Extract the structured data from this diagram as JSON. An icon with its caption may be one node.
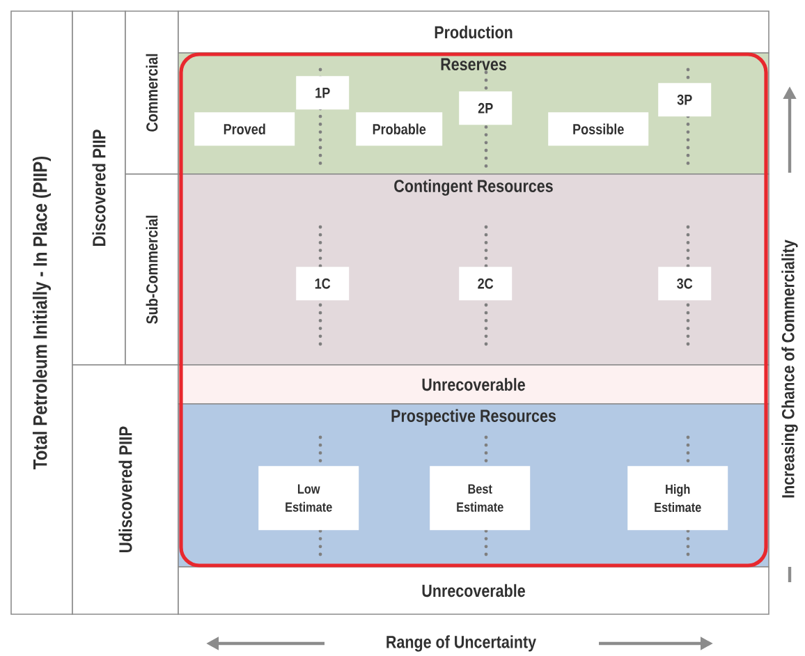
{
  "diagram": {
    "nodes": [
      {
        "text": [
          "Total Petroleum Initially - In Place (PIIP)"
        ]
      },
      {
        "text": [
          "Discovered PIIP"
        ]
      },
      {
        "text": [
          "Commercial"
        ]
      },
      {
        "text": [
          "Sub-Commercial"
        ]
      },
      {
        "text": [
          "Udiscovered PIIP"
        ]
      },
      {
        "text": [
          "Production"
        ]
      },
      {
        "text": [
          "Reserves"
        ]
      },
      {
        "text": [
          "1P"
        ],
        "in": 6
      },
      {
        "text": [
          "Proved"
        ],
        "in": 6
      },
      {
        "text": [
          "Probable"
        ],
        "in": 6
      },
      {
        "text": [
          "2P"
        ],
        "in": 6
      },
      {
        "text": [
          "Possible"
        ],
        "in": 6
      },
      {
        "text": [
          "3P"
        ],
        "in": 6
      },
      {
        "text": [
          "Contingent Resources"
        ]
      },
      {
        "text": [
          "1C"
        ],
        "in": 13
      },
      {
        "text": [
          "2C"
        ],
        "in": 13
      },
      {
        "text": [
          "3C"
        ],
        "in": 13
      },
      {
        "text": [
          "Unrecoverable"
        ]
      },
      {
        "text": [
          "Prospective Resources"
        ]
      },
      {
        "text": [
          "Low Estimate"
        ],
        "in": 18
      },
      {
        "text": [
          "Best Estimate"
        ],
        "in": 18
      },
      {
        "text": [
          "High Estimate"
        ],
        "in": 18
      },
      {
        "text": [
          "Unrecoverable"
        ]
      }
    ],
    "labels": [
      "Range of Uncertainty",
      "Increasing Chance of Commerciality"
    ]
  }
}
